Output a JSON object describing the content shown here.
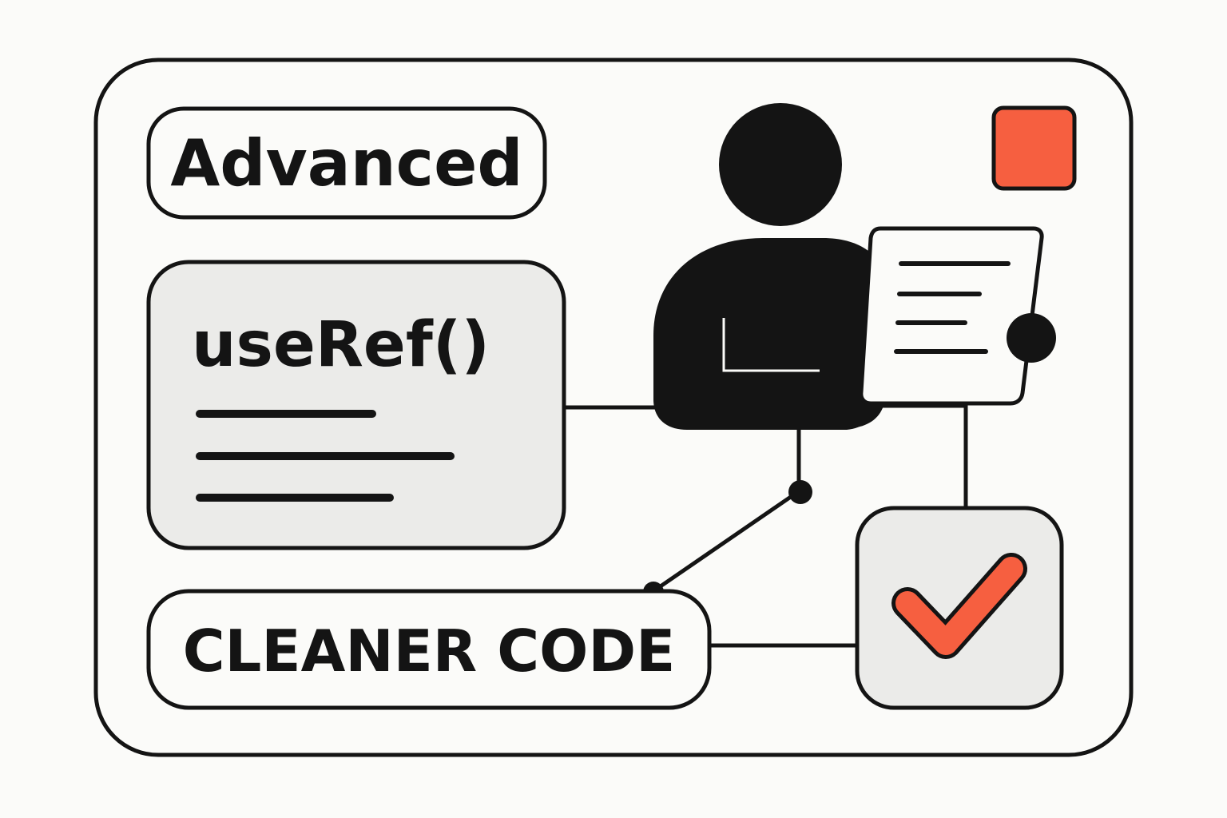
{
  "labels": {
    "advanced": "Advanced",
    "code_snippet": "useRef()",
    "cleaner_code": "CLEANER CODE"
  },
  "colors": {
    "background": "#fbfbf9",
    "ink": "#141414",
    "card_fill": "#ebebe9",
    "accent": "#f65f40"
  },
  "icons": {
    "person": "person-icon",
    "document": "document-icon",
    "checkmark": "checkmark-icon",
    "square": "orange-square-icon"
  }
}
